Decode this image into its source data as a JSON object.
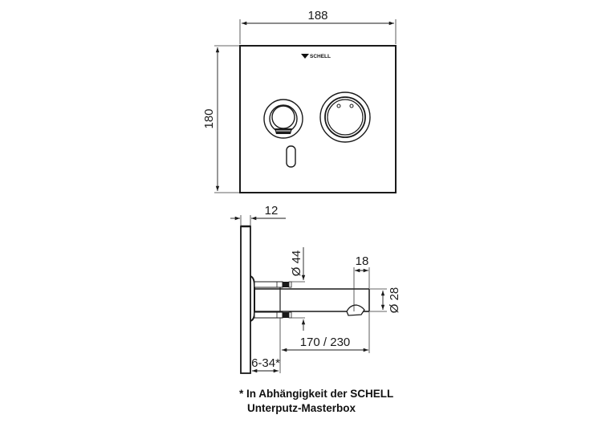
{
  "drawing": {
    "front_view": {
      "brand_label": "SCHELL",
      "width_dim": "188",
      "height_dim": "180"
    },
    "side_view": {
      "plate_thickness_dim": "12",
      "spout_base_dia_dim": "Ø 44",
      "outlet_width_dim": "18",
      "spout_dia_dim": "Ø 28",
      "projection_dim": "170 / 230",
      "wall_depth_dim": "6-34*"
    },
    "footnote": {
      "line1": "* In Abhängigkeit der SCHELL",
      "line2": "Unterputz-Masterbox"
    },
    "colors": {
      "line": "#1a1a1a",
      "thin_line": "#333333",
      "background": "#ffffff"
    }
  }
}
